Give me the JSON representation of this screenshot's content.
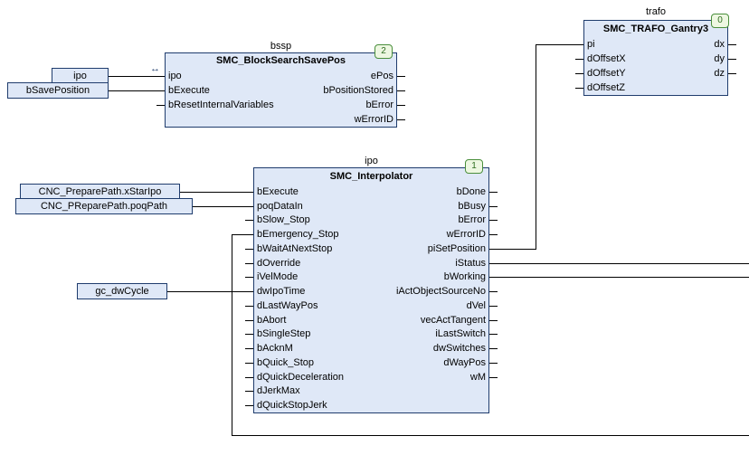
{
  "editor": {
    "background": "#ffffff",
    "colors": {
      "block_fill": "#dfe8f7",
      "block_border": "#1f3c6d",
      "badge_fill": "#edf7e1",
      "badge_border": "#4a8f3c",
      "badge_text": "#2d6d1f",
      "wire": "#000000",
      "text": "#000000"
    }
  },
  "blocks": {
    "bssp": {
      "instance_label": "bssp",
      "title": "SMC_BlockSearchSavePos",
      "badge": "2",
      "inout_marker": "↔",
      "inputs": [
        "ipo",
        "bExecute",
        "bResetInternalVariables",
        ""
      ],
      "outputs": [
        "ePos",
        "bPositionStored",
        "bError",
        "wErrorID"
      ]
    },
    "ipo": {
      "instance_label": "ipo",
      "title": "SMC_Interpolator",
      "badge": "1",
      "inputs": [
        "bExecute",
        "poqDataIn",
        "bSlow_Stop",
        "bEmergency_Stop",
        "bWaitAtNextStop",
        "dOverride",
        "iVelMode",
        "dwIpoTime",
        "dLastWayPos",
        "bAbort",
        "bSingleStep",
        "bAcknM",
        "bQuick_Stop",
        "dQuickDeceleration",
        "dJerkMax",
        "dQuickStopJerk"
      ],
      "outputs": [
        "bDone",
        "bBusy",
        "bError",
        "wErrorID",
        "piSetPosition",
        "iStatus",
        "bWorking",
        "iActObjectSourceNo",
        "dVel",
        "vecActTangent",
        "iLastSwitch",
        "dwSwitches",
        "dWayPos",
        "wM",
        "",
        ""
      ]
    },
    "trafo": {
      "instance_label": "trafo",
      "title": "SMC_TRAFO_Gantry3",
      "badge": "0",
      "inputs": [
        "pi",
        "dOffsetX",
        "dOffsetY",
        "dOffsetZ"
      ],
      "outputs": [
        "dx",
        "dy",
        "dz",
        ""
      ]
    }
  },
  "operands": {
    "ipo_var": "ipo",
    "save_position": "bSavePosition",
    "prepare_path_start": "CNC_PreparePath.xStarIpo",
    "prepare_path_poq": "CNC_PReparePath.poqPath",
    "cycle_time": "gc_dwCycle"
  }
}
